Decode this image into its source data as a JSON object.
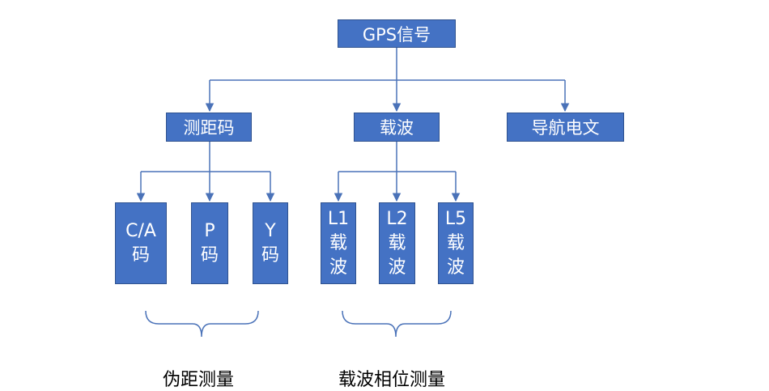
{
  "colors": {
    "box_fill": "#4472c4",
    "box_border": "#2f528f",
    "line": "#4a72b8",
    "text_on_box": "#ffffff"
  },
  "root": {
    "label": "GPS信号"
  },
  "level1": {
    "ranging_code": {
      "label": "测距码"
    },
    "carrier": {
      "label": "载波"
    },
    "nav_message": {
      "label": "导航电文"
    }
  },
  "codes": {
    "ca": {
      "line1": "C/A",
      "line2": "码"
    },
    "p": {
      "line1": "P",
      "line2": "码"
    },
    "y": {
      "line1": "Y",
      "line2": "码"
    }
  },
  "carriers": {
    "l1": {
      "line1": "L1",
      "line2": "载",
      "line3": "波"
    },
    "l2": {
      "line1": "L2",
      "line2": "载",
      "line3": "波"
    },
    "l5": {
      "line1": "L5",
      "line2": "载",
      "line3": "波"
    }
  },
  "groups": {
    "pseudorange": {
      "label": "伪距测量"
    },
    "carrier_phase": {
      "label": "载波相位测量"
    }
  }
}
